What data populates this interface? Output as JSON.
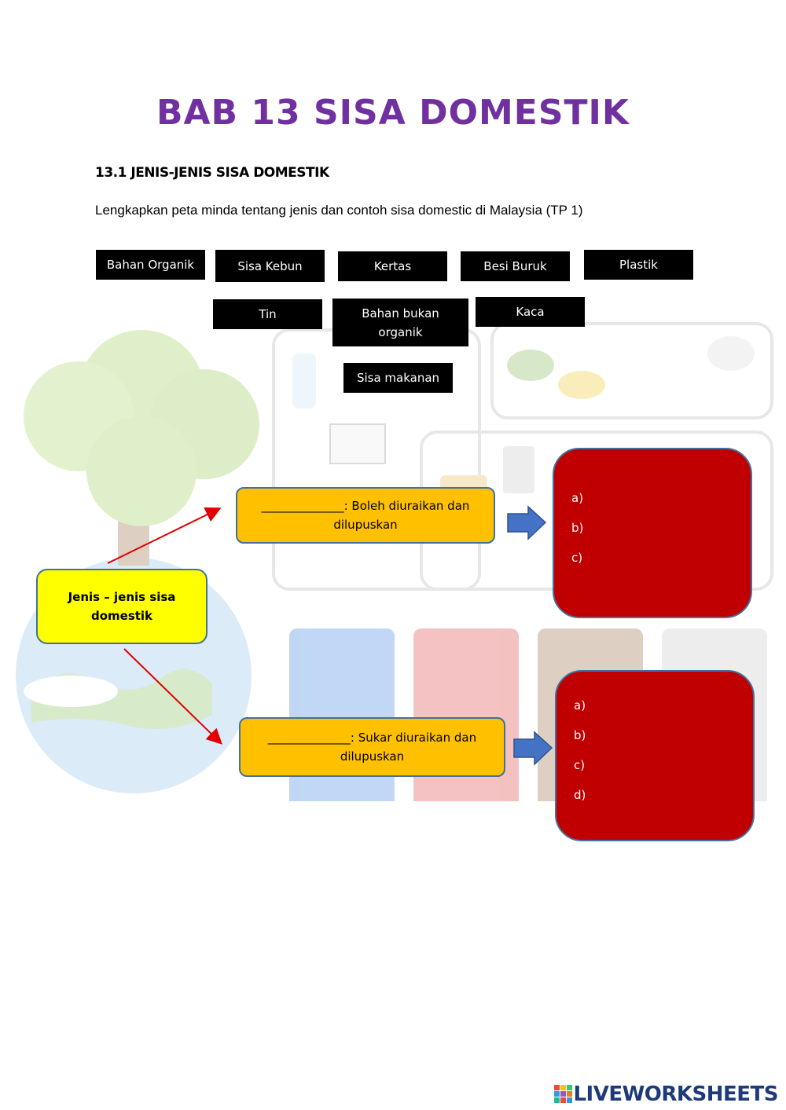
{
  "title": "BAB 13 SISA DOMESTIK",
  "subtitle": "13.1 JENIS-JENIS SISA DOMESTIK",
  "instruction": "Lengkapkan peta minda tentang jenis dan contoh sisa domestic di Malaysia (TP 1)",
  "chips": {
    "bahan_organik": "Bahan Organik",
    "sisa_kebun": "Sisa Kebun",
    "kertas": "Kertas",
    "besi_buruk": "Besi Buruk",
    "plastik": "Plastik",
    "tin": "Tin",
    "bahan_bukan_organik": "Bahan bukan organik",
    "kaca": "Kaca",
    "sisa_makanan": "Sisa makanan"
  },
  "mindmap": {
    "center": "Jenis – jenis sisa domestik",
    "top_type": "______________: Boleh diuraikan dan dilupuskan",
    "bottom_type": "______________: Sukar diuraikan dan dilupuskan",
    "top_items": [
      "a)",
      "b)",
      "c)"
    ],
    "bottom_items": [
      "a)",
      "b)",
      "c)",
      "d)"
    ]
  },
  "colors": {
    "title": "#7030a0",
    "center_box": "#ffff00",
    "type_box": "#ffc000",
    "answer_box": "#c00000",
    "arrow_red": "#e00000",
    "arrow_blue": "#4472c4"
  },
  "footer": {
    "logo_text": "LIVEWORKSHEETS"
  }
}
